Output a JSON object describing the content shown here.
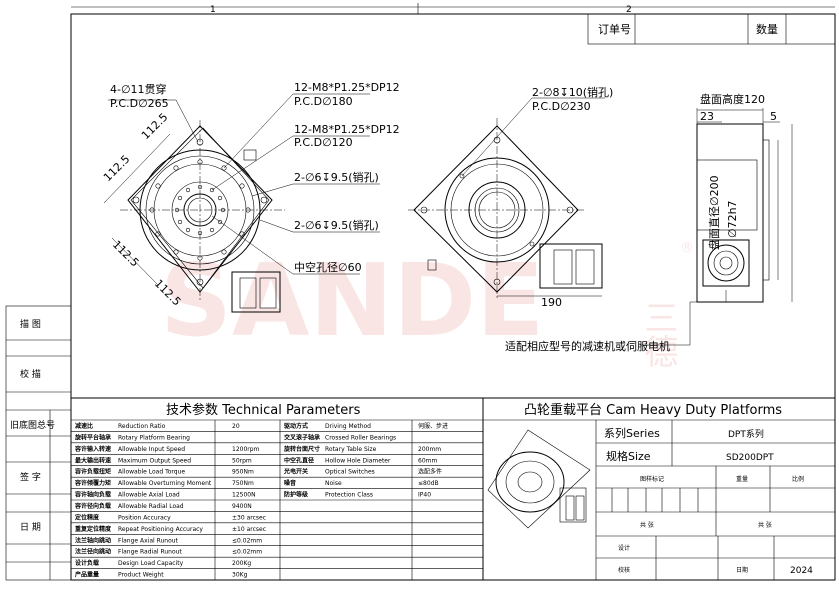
{
  "zones": {
    "z1": "1",
    "z2": "2"
  },
  "header": {
    "order_label": "订单号",
    "qty_label": "数量"
  },
  "left_block": {
    "trace": "描 图",
    "proof": "校 描",
    "old_no": "旧底图总号",
    "sign": "签 字",
    "date": "日 期"
  },
  "front_view": {
    "n1": "4-∅11贯穿",
    "n2": "P.C.D∅265",
    "n3": "12-M8*P1.25*DP12",
    "n4": "P.C.D∅180",
    "n5": "12-M8*P1.25*DP12",
    "n6": "P.C.D∅120",
    "n7": "2-∅6↧9.5(销孔)",
    "n8": "2-∅6↧9.5(销孔)",
    "n9": "中空孔径∅60",
    "d1": "112.5",
    "d2": "112.5",
    "d3": "112.5",
    "d4": "112.5"
  },
  "back_view": {
    "n1": "2-∅8↧10(销孔)",
    "n2": "P.C.D∅230",
    "d1": "190"
  },
  "side_view": {
    "n1": "盘面高度120",
    "d1": "23",
    "d2": "5",
    "d3": "盘面直径∅200",
    "d4": "∅72h7"
  },
  "note": "适配相应型号的减速机或伺服电机",
  "watermark": {
    "latin": "SANDE",
    "cn": "三德",
    "mark": "®"
  },
  "tech": {
    "title": "技术参数  Technical Parameters",
    "rows": [
      {
        "l_cn": "减速比",
        "l_en": "Reduction Ratio",
        "l_v": "20",
        "r_cn": "驱动方式",
        "r_en": "Driving Method",
        "r_v": "伺服、步进"
      },
      {
        "l_cn": "旋转平台轴承",
        "l_en": "Rotary Platform Bearing",
        "l_v": "",
        "r_cn": "交叉滚子轴承",
        "r_en": "Crossed Roller Bearings",
        "r_v": ""
      },
      {
        "l_cn": "容许输入转速",
        "l_en": "Allowable Input Speed",
        "l_v": "1200rpm",
        "r_cn": "旋转台面尺寸",
        "r_en": "Rotary Table Size",
        "r_v": "200mm"
      },
      {
        "l_cn": "最大输出转速",
        "l_en": "Maximum Output Speed",
        "l_v": "50rpm",
        "r_cn": "中空孔直径",
        "r_en": "Hollow Hole Diameter",
        "r_v": "60mm"
      },
      {
        "l_cn": "容许负载扭矩",
        "l_en": "Allowable Load Torque",
        "l_v": "950Nm",
        "r_cn": "光电开关",
        "r_en": "Optical Switches",
        "r_v": "选配多件"
      },
      {
        "l_cn": "容许倾覆力矩",
        "l_en": "Allowable Overturning Moment",
        "l_v": "750Nm",
        "r_cn": "噪音",
        "r_en": "Noise",
        "r_v": "≤80dB"
      },
      {
        "l_cn": "容许轴向负载",
        "l_en": "Allowable Axial Load",
        "l_v": "12500N",
        "r_cn": "防护等级",
        "r_en": "Protection Class",
        "r_v": "IP40"
      },
      {
        "l_cn": "容许径向负载",
        "l_en": "Allowable Radial Load",
        "l_v": "9400N",
        "r_cn": "",
        "r_en": "",
        "r_v": ""
      },
      {
        "l_cn": "定位精度",
        "l_en": "Position Accuracy",
        "l_v": "±30 arcsec",
        "r_cn": "",
        "r_en": "",
        "r_v": ""
      },
      {
        "l_cn": "重复定位精度",
        "l_en": "Repeat Positioning Accuracy",
        "l_v": "±10 arcsec",
        "r_cn": "",
        "r_en": "",
        "r_v": ""
      },
      {
        "l_cn": "法兰轴向跳动",
        "l_en": "Flange Axial Runout",
        "l_v": "≤0.02mm",
        "r_cn": "",
        "r_en": "",
        "r_v": ""
      },
      {
        "l_cn": "法兰径向跳动",
        "l_en": "Flange Radial Runout",
        "l_v": "≤0.02mm",
        "r_cn": "",
        "r_en": "",
        "r_v": ""
      },
      {
        "l_cn": "设计负载",
        "l_en": "Design Load Capacity",
        "l_v": "200Kg",
        "r_cn": "",
        "r_en": "",
        "r_v": ""
      },
      {
        "l_cn": "产品重量",
        "l_en": "Product Weight",
        "l_v": "30Kg",
        "r_cn": "",
        "r_en": "",
        "r_v": ""
      }
    ]
  },
  "title_block": {
    "title": "凸轮重载平台 Cam Heavy Duty Platforms",
    "series_label": "系列Series",
    "series_value": "DPT系列",
    "size_label": "规格Size",
    "size_value": "SD200DPT",
    "mark_label": "图样标记",
    "weight_label": "重量",
    "ratio_label": "比例",
    "total1": "共   张",
    "total2": "共   张",
    "design_label": "设计",
    "check_label": "校核",
    "date_label": "日期",
    "year": "2024"
  }
}
